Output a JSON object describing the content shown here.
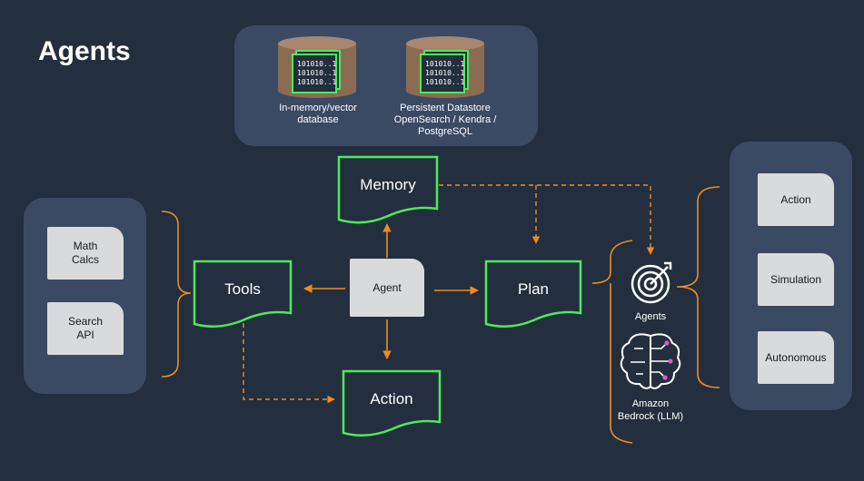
{
  "title": "Agents",
  "memory_store": {
    "db1": {
      "label": "In-memory/vector database",
      "bits": [
        "101010..1",
        "101010..1",
        "101010..1"
      ]
    },
    "db2": {
      "label": "Persistent Datastore OpenSearch / Kendra / PostgreSQL",
      "bits": [
        "101010..1",
        "101010..1",
        "101010..1"
      ]
    }
  },
  "tools_panel": {
    "items": [
      "Math Calcs",
      "Search API"
    ]
  },
  "nodes": {
    "memory": "Memory",
    "tools": "Tools",
    "agent": "Agent",
    "plan": "Plan",
    "action": "Action"
  },
  "services": {
    "agents": "Agents",
    "bedrock": "Amazon Bedrock (LLM)"
  },
  "modes_panel": {
    "items": [
      "Action",
      "Simulation",
      "Autonomous"
    ]
  },
  "colors": {
    "background": "#232f3e",
    "panel": "#3b4a63",
    "green": "#4dea5a",
    "orange": "#f08a24",
    "gray": "#d9dadb"
  }
}
